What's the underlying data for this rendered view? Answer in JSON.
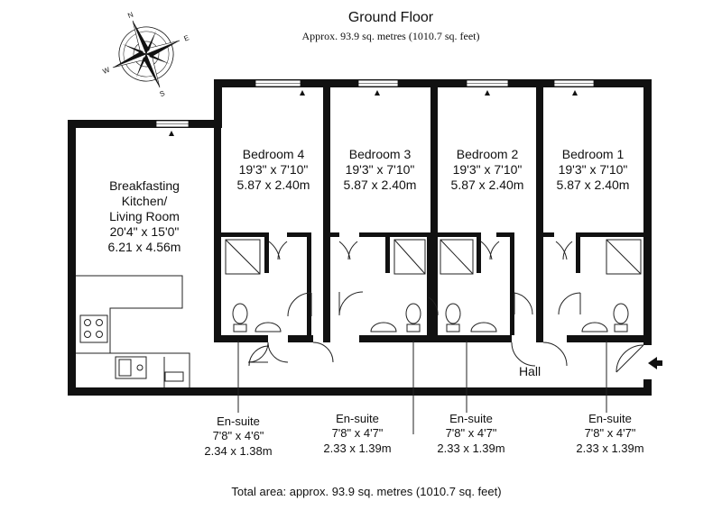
{
  "header": {
    "title": "Ground Floor",
    "subtitle": "Approx. 93.9 sq. metres (1010.7 sq. feet)"
  },
  "compass": {
    "letters": [
      "N",
      "E",
      "S",
      "W"
    ]
  },
  "rooms": {
    "kitchen": {
      "name1": "Breakfasting",
      "name2": "Kitchen/",
      "name3": "Living Room",
      "imperial": "20'4\" x 15'0\"",
      "metric": "6.21 x 4.56m"
    },
    "bedroom4": {
      "name": "Bedroom 4",
      "imperial": "19'3\" x 7'10\"",
      "metric": "5.87 x 2.40m"
    },
    "bedroom3": {
      "name": "Bedroom 3",
      "imperial": "19'3\" x 7'10\"",
      "metric": "5.87 x 2.40m"
    },
    "bedroom2": {
      "name": "Bedroom 2",
      "imperial": "19'3\" x 7'10\"",
      "metric": "5.87 x 2.40m"
    },
    "bedroom1": {
      "name": "Bedroom 1",
      "imperial": "19'3\" x 7'10\"",
      "metric": "5.87 x 2.40m"
    },
    "hall": {
      "name": "Hall"
    }
  },
  "ensuites": [
    {
      "name": "En-suite",
      "imperial": "7'8\" x 4'6\"",
      "metric": "2.34 x 1.38m"
    },
    {
      "name": "En-suite",
      "imperial": "7'8\" x 4'7\"",
      "metric": "2.33 x 1.39m"
    },
    {
      "name": "En-suite",
      "imperial": "7'8\" x 4'7\"",
      "metric": "2.33 x 1.39m"
    },
    {
      "name": "En-suite",
      "imperial": "7'8\" x 4'7\"",
      "metric": "2.33 x 1.39m"
    }
  ],
  "footer": {
    "total": "Total area: approx. 93.9 sq. metres (1010.7 sq. feet)"
  }
}
